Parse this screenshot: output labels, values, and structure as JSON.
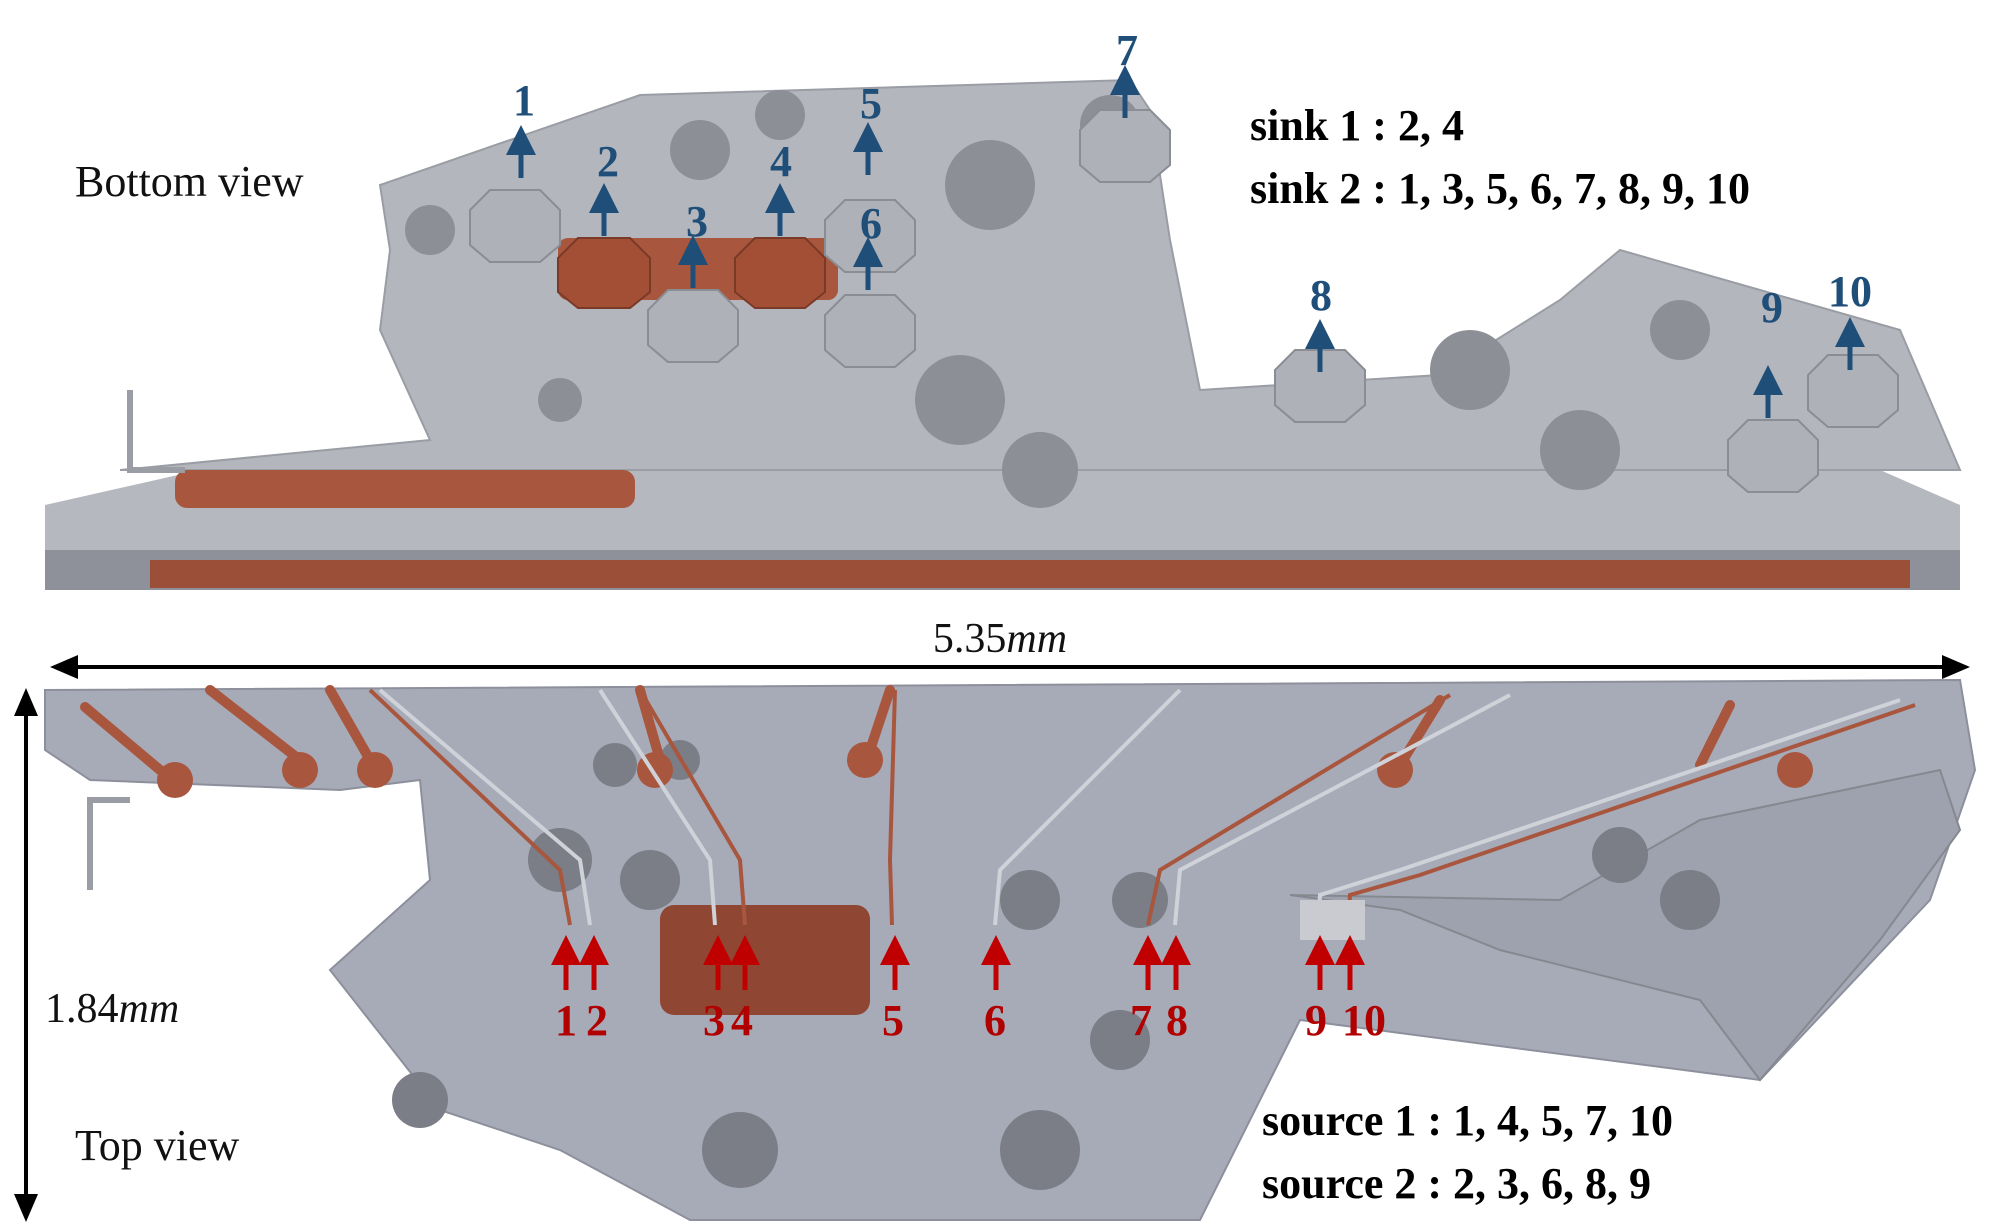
{
  "labels": {
    "bottom_view": "Bottom view",
    "top_view": "Top view"
  },
  "dimensions": {
    "width_value": "5.35",
    "width_unit": "mm",
    "height_value": "1.84",
    "height_unit": "mm"
  },
  "legend": {
    "sink1": "sink 1 : 2, 4",
    "sink2": "sink 2 : 1, 3, 5, 6, 7, 8, 9, 10",
    "source1": "source 1 : 1, 4, 5, 7, 10",
    "source2": "source 2 : 2, 3, 6, 8, 9"
  },
  "sink_ports": [
    "1",
    "2",
    "3",
    "4",
    "5",
    "6",
    "7",
    "8",
    "9",
    "10"
  ],
  "source_ports": [
    "1",
    "2",
    "3",
    "4",
    "5",
    "6",
    "7",
    "8",
    "9",
    "10"
  ],
  "colors": {
    "metal": "#b9bcc3",
    "metal_dark": "#8e9199",
    "metal_top": "#aeb2be",
    "copper": "#a8563e",
    "sink_arrow": "#1f4e79",
    "source_arrow": "#c00000"
  }
}
